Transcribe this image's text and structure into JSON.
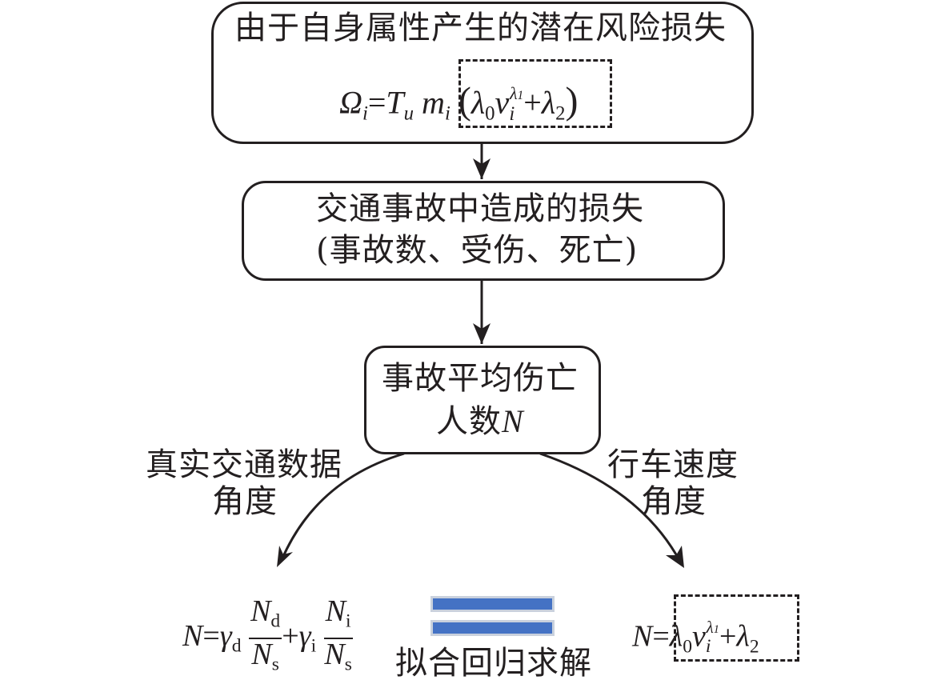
{
  "diagram": {
    "title": "Flowchart of accident loss estimation",
    "nodes": {
      "potential_loss": {
        "label": "由于自身属性产生的潜在风险损失",
        "formula": {
          "lhs": "Ω",
          "lhs_sub": "i",
          "eq": "=",
          "t": "T",
          "t_sub": "u",
          "m": "m",
          "m_sub": "i",
          "lparen": "(",
          "l0": "λ",
          "l0_sub": "0",
          "v": "v",
          "v_sub": "i",
          "v_sup": "λ",
          "v_sup_sub": "1",
          "plus": "+",
          "l2": "λ",
          "l2_sub": "2",
          "rparen": ")"
        }
      },
      "accident_loss": {
        "line1": "交通事故中造成的损失",
        "line2": "(事故数、受伤、死亡)"
      },
      "avg_casualty": {
        "line1": "事故平均伤亡",
        "line2_text": "人数",
        "line2_var": "N"
      },
      "real_data_formula": {
        "lhs": "N",
        "eq": "=",
        "g1": "γ",
        "g1_sub": "d",
        "f1_num": "N",
        "f1_num_sub": "d",
        "f1_den": "N",
        "f1_den_sub": "s",
        "plus": "+",
        "g2": "γ",
        "g2_sub": "i",
        "f2_num": "N",
        "f2_num_sub": "i",
        "f2_den": "N",
        "f2_den_sub": "s"
      },
      "speed_formula": {
        "lhs": "N",
        "eq": "=",
        "l0": "λ",
        "l0_sub": "0",
        "v": "v",
        "v_sub": "i",
        "v_sup": "λ",
        "v_sup_sub": "1",
        "plus": "+",
        "l2": "λ",
        "l2_sub": "2"
      }
    },
    "edge_labels": {
      "left_line1": "真实交通数据",
      "left_line2": "角度",
      "right_line1": "行车速度",
      "right_line2": "角度"
    },
    "equivalence": {
      "label": "拟合回归求解",
      "bar_color": "#4472c4",
      "bar_border_color": "#c9d1dd"
    }
  }
}
